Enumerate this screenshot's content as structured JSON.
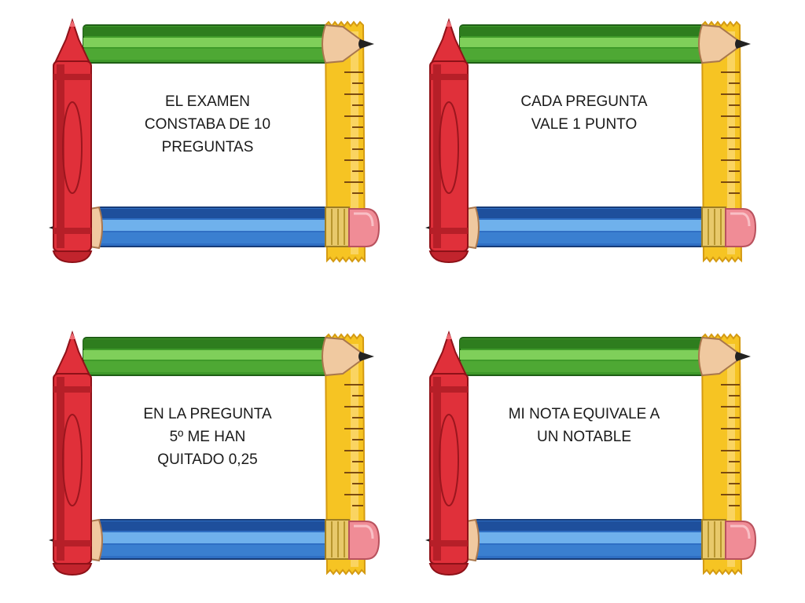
{
  "colors": {
    "crayon_red": "#e0303a",
    "pencil_green": "#3f9a2a",
    "pencil_blue": "#2f6fc4",
    "ruler_yellow": "#f6c423",
    "eraser_pink": "#f08c96",
    "wood": "#f0c9a0",
    "text": "#1a1a1a"
  },
  "cards": [
    {
      "lines": [
        "EL EXAMEN",
        "CONSTABA DE 10",
        "PREGUNTAS"
      ]
    },
    {
      "lines": [
        "CADA PREGUNTA",
        "VALE 1 PUNTO"
      ]
    },
    {
      "lines": [
        "EN LA PREGUNTA",
        "5º ME HAN",
        "QUITADO 0,25"
      ]
    },
    {
      "lines": [
        "MI NOTA EQUIVALE A",
        "UN NOTABLE"
      ]
    }
  ]
}
